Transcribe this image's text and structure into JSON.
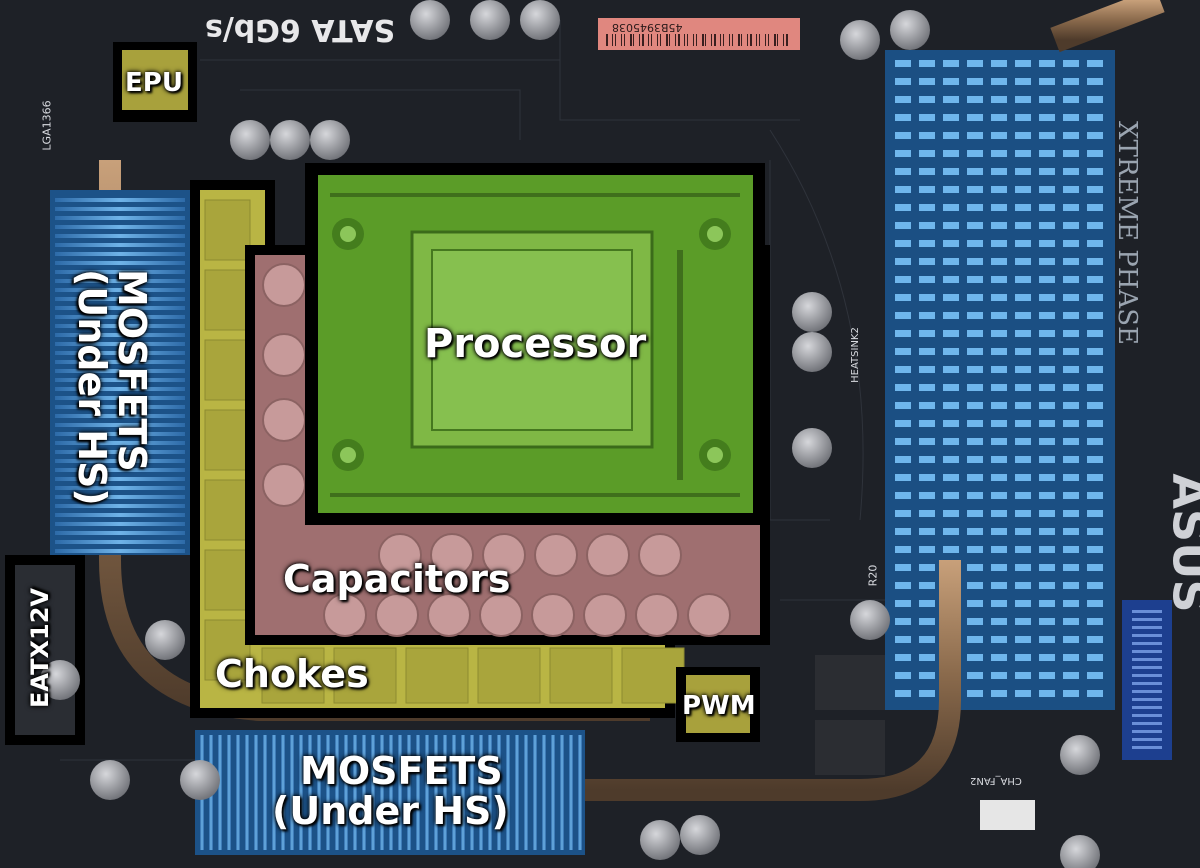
{
  "labels": {
    "processor": "Processor",
    "capacitors": "Capacitors",
    "chokes": "Chokes",
    "epu": "EPU",
    "pwm": "PWM",
    "mosfets_side_line1": "MOSFETS",
    "mosfets_side_line2": "(Under HS)",
    "mosfets_bottom_line1": "MOSFETS",
    "mosfets_bottom_line2": "(Under HS)",
    "eatx12v": "EATX12V"
  },
  "silkscreen": {
    "sata": "SATA 6Gb/s",
    "barcode_number": "45B3945038",
    "socket": "LGA1366",
    "heatsink": "HEATSINK2",
    "brand": "ASUS",
    "xtreme": "XTREME PHASE",
    "cha_fan": "CHA_FAN2",
    "r20": "R20"
  },
  "colors": {
    "processor_overlay": "#5fc21f",
    "capacitor_overlay": "#d98f8f",
    "choke_overlay": "#d8d24c",
    "outline": "#000000",
    "heatsink_blue": "#3f87c9",
    "pcb": "#22252b"
  }
}
